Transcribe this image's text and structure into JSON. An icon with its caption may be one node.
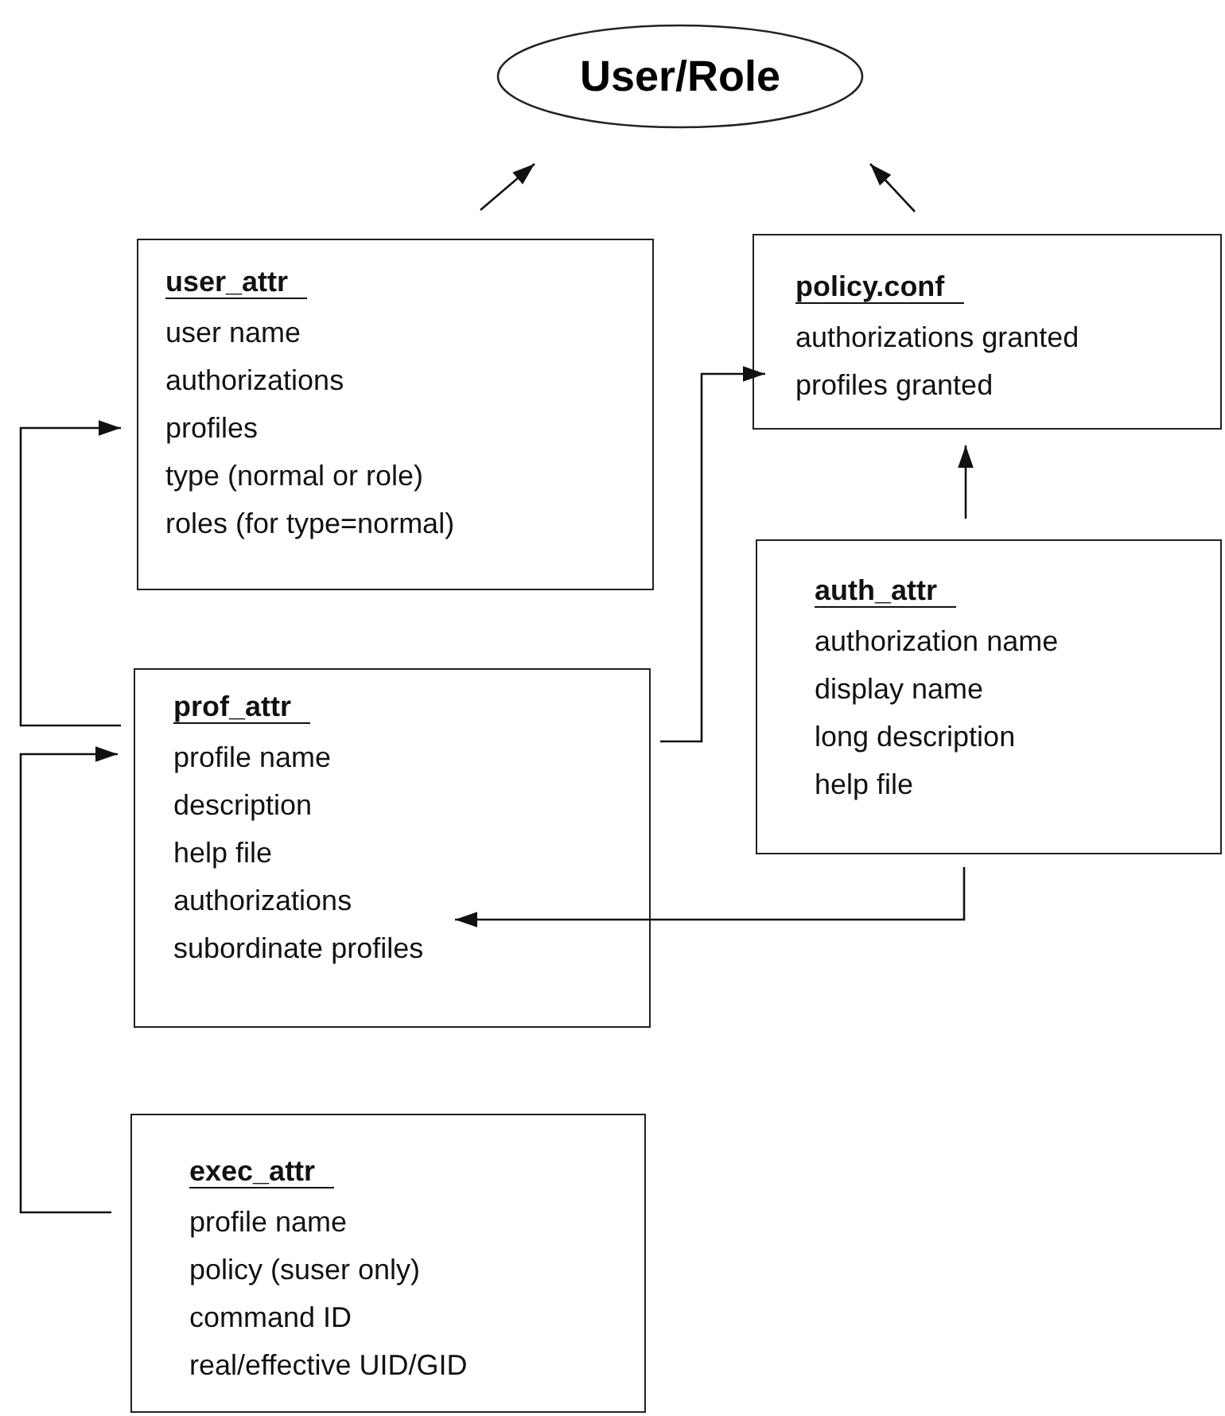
{
  "diagram": {
    "nodes": [
      {
        "text": [
          "User/Role"
        ]
      },
      {
        "text": [
          "user_attr",
          "user name",
          "authorizations",
          "profiles",
          "type (normal or role)",
          "roles (for type=normal)"
        ]
      },
      {
        "text": [
          "policy.conf",
          "authorizations granted",
          "profiles granted"
        ]
      },
      {
        "text": [
          "auth_attr",
          "authorization name",
          "display name",
          "long description",
          "help file"
        ]
      },
      {
        "text": [
          "prof_attr",
          "profile name",
          "description",
          "help file",
          "authorizations",
          "subordinate profiles"
        ]
      },
      {
        "text": [
          "exec_attr",
          "profile name",
          "policy (suser only)",
          "command ID",
          "real/effective UID/GID"
        ]
      }
    ],
    "edges": [
      {
        "from": 1,
        "to": 0,
        "arrow": "to"
      },
      {
        "from": 2,
        "to": 0,
        "arrow": "to"
      },
      {
        "from": 4,
        "to": 1,
        "arrow": "to"
      },
      {
        "from": 5,
        "to": 4,
        "arrow": "to"
      },
      {
        "from": 4,
        "to": 2,
        "arrow": "to"
      },
      {
        "from": 3,
        "to": 2,
        "arrow": "to"
      },
      {
        "from": 3,
        "to": 4,
        "arrow": "to"
      }
    ]
  }
}
